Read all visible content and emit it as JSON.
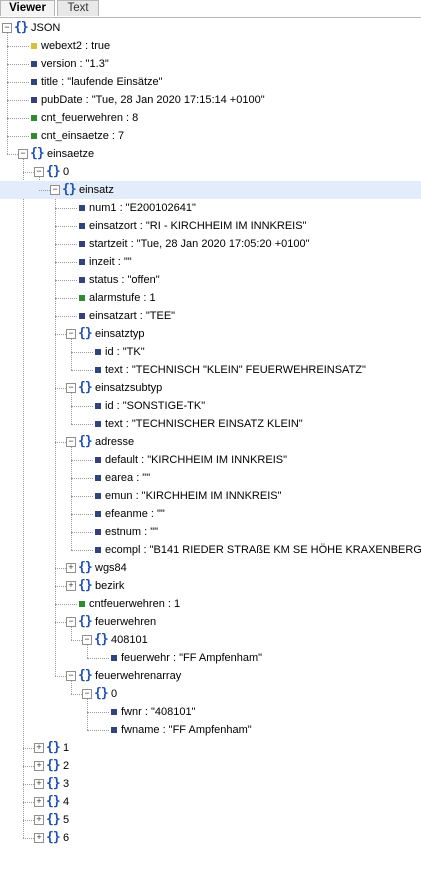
{
  "tabs": [
    {
      "label": "Viewer",
      "active": true
    },
    {
      "label": "Text",
      "active": false
    }
  ],
  "colors": {
    "string": "#33437a",
    "boolean": "#d4c23b",
    "number": "#2e8b2e",
    "object_icon": "#1f4fb5",
    "selection": "#e3ecfa"
  },
  "tree": [
    {
      "depth": 0,
      "kind": "obj",
      "toggle": "minus",
      "label": "JSON"
    },
    {
      "depth": 1,
      "kind": "bool",
      "label": "webext2 : true"
    },
    {
      "depth": 1,
      "kind": "str",
      "label": "version : \"1.3\""
    },
    {
      "depth": 1,
      "kind": "str",
      "label": "title : \"laufende Einsätze\""
    },
    {
      "depth": 1,
      "kind": "str",
      "label": "pubDate : \"Tue, 28 Jan 2020 17:15:14 +0100\""
    },
    {
      "depth": 1,
      "kind": "num",
      "label": "cnt_feuerwehren : 8"
    },
    {
      "depth": 1,
      "kind": "num",
      "label": "cnt_einsaetze : 7"
    },
    {
      "depth": 1,
      "kind": "obj",
      "toggle": "minus",
      "label": "einsaetze"
    },
    {
      "depth": 2,
      "kind": "obj",
      "toggle": "minus",
      "label": "0"
    },
    {
      "depth": 3,
      "kind": "obj",
      "toggle": "minus",
      "label": "einsatz",
      "selected": true
    },
    {
      "depth": 4,
      "kind": "str",
      "label": "num1 : \"E200102641\""
    },
    {
      "depth": 4,
      "kind": "str",
      "label": "einsatzort : \"RI - KIRCHHEIM IM INNKREIS\""
    },
    {
      "depth": 4,
      "kind": "str",
      "label": "startzeit : \"Tue, 28 Jan 2020 17:05:20 +0100\""
    },
    {
      "depth": 4,
      "kind": "str",
      "label": "inzeit : \"\""
    },
    {
      "depth": 4,
      "kind": "str",
      "label": "status : \"offen\""
    },
    {
      "depth": 4,
      "kind": "num",
      "label": "alarmstufe : 1"
    },
    {
      "depth": 4,
      "kind": "str",
      "label": "einsatzart : \"TEE\""
    },
    {
      "depth": 4,
      "kind": "obj",
      "toggle": "minus",
      "label": "einsatztyp"
    },
    {
      "depth": 5,
      "kind": "str",
      "label": "id : \"TK\""
    },
    {
      "depth": 5,
      "kind": "str",
      "label": "text : \"TECHNISCH \"KLEIN\" FEUERWEHREINSATZ\""
    },
    {
      "depth": 4,
      "kind": "obj",
      "toggle": "minus",
      "label": "einsatzsubtyp"
    },
    {
      "depth": 5,
      "kind": "str",
      "label": "id : \"SONSTIGE-TK\""
    },
    {
      "depth": 5,
      "kind": "str",
      "label": "text : \"TECHNISCHER EINSATZ KLEIN\""
    },
    {
      "depth": 4,
      "kind": "obj",
      "toggle": "minus",
      "label": "adresse"
    },
    {
      "depth": 5,
      "kind": "str",
      "label": "default : \"KIRCHHEIM IM INNKREIS\""
    },
    {
      "depth": 5,
      "kind": "str",
      "label": "earea : \"\""
    },
    {
      "depth": 5,
      "kind": "str",
      "label": "emun : \"KIRCHHEIM IM INNKREIS\""
    },
    {
      "depth": 5,
      "kind": "str",
      "label": "efeanme : \"\""
    },
    {
      "depth": 5,
      "kind": "str",
      "label": "estnum : \"\""
    },
    {
      "depth": 5,
      "kind": "str",
      "label": "ecompl : \"B141 RIEDER STRAßE KM SE HÖHE KRAXENBERG\""
    },
    {
      "depth": 4,
      "kind": "obj",
      "toggle": "plus",
      "label": "wgs84"
    },
    {
      "depth": 4,
      "kind": "obj",
      "toggle": "plus",
      "label": "bezirk"
    },
    {
      "depth": 4,
      "kind": "num",
      "label": "cntfeuerwehren : 1"
    },
    {
      "depth": 4,
      "kind": "obj",
      "toggle": "minus",
      "label": "feuerwehren"
    },
    {
      "depth": 5,
      "kind": "obj",
      "toggle": "minus",
      "label": "408101"
    },
    {
      "depth": 6,
      "kind": "str",
      "label": "feuerwehr : \"FF Ampfenham\""
    },
    {
      "depth": 4,
      "kind": "obj",
      "toggle": "minus",
      "label": "feuerwehrenarray"
    },
    {
      "depth": 5,
      "kind": "obj",
      "toggle": "minus",
      "label": "0"
    },
    {
      "depth": 6,
      "kind": "str",
      "label": "fwnr : \"408101\""
    },
    {
      "depth": 6,
      "kind": "str",
      "label": "fwname : \"FF Ampfenham\""
    },
    {
      "depth": 2,
      "kind": "obj",
      "toggle": "plus",
      "label": "1"
    },
    {
      "depth": 2,
      "kind": "obj",
      "toggle": "plus",
      "label": "2"
    },
    {
      "depth": 2,
      "kind": "obj",
      "toggle": "plus",
      "label": "3"
    },
    {
      "depth": 2,
      "kind": "obj",
      "toggle": "plus",
      "label": "4"
    },
    {
      "depth": 2,
      "kind": "obj",
      "toggle": "plus",
      "label": "5"
    },
    {
      "depth": 2,
      "kind": "obj",
      "toggle": "plus",
      "label": "6"
    }
  ]
}
